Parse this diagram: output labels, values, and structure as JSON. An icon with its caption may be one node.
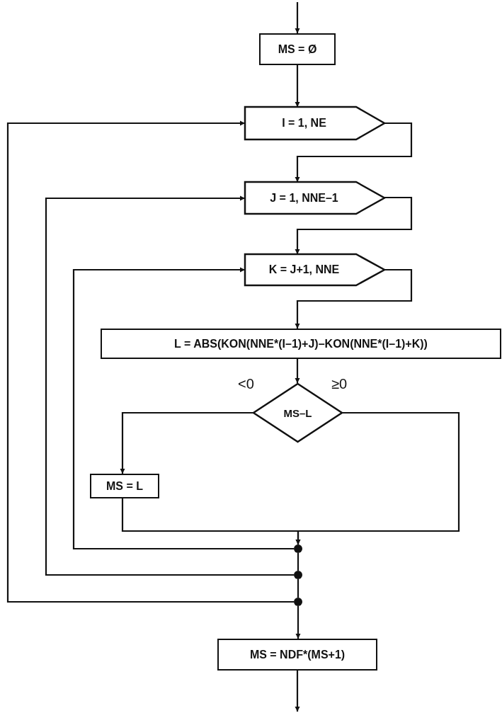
{
  "diagram": {
    "nodes": [
      {
        "text": [
          "MS = Ø"
        ]
      },
      {
        "text": [
          "I = 1, NE"
        ]
      },
      {
        "text": [
          "J = 1, NNE–1"
        ]
      },
      {
        "text": [
          "K = J+1, NNE"
        ]
      },
      {
        "text": [
          "L = ABS(KON(NNE*(I–1)+J)–KON(NNE*(I–1)+K))"
        ]
      },
      {
        "text": [
          "MS–L"
        ]
      },
      {
        "text": [
          "MS = L"
        ]
      },
      {
        "text": [
          "MS = NDF*(MS+1)"
        ]
      },
      {
        "text": [],
        "shape": "circle"
      },
      {
        "text": [],
        "shape": "circle"
      },
      {
        "text": [],
        "shape": "circle"
      }
    ],
    "edges": [
      {
        "from": null,
        "to": 0,
        "arrow": "to"
      },
      {
        "from": 0,
        "to": 1,
        "arrow": "to"
      },
      {
        "from": 1,
        "to": 2,
        "arrow": "to"
      },
      {
        "from": 2,
        "to": 3,
        "arrow": "to"
      },
      {
        "from": 3,
        "to": 4,
        "arrow": "to"
      },
      {
        "from": 4,
        "to": 5,
        "arrow": "to"
      },
      {
        "from": 5,
        "to": 6,
        "arrow": "to",
        "label": "<0"
      },
      {
        "from": 5,
        "to": 8,
        "arrow": "to",
        "label": "≥0"
      },
      {
        "from": 6,
        "to": 8,
        "arrow": "to"
      },
      {
        "from": 8,
        "to": 3,
        "arrow": "to"
      },
      {
        "from": 8,
        "to": 9,
        "arrow": "none"
      },
      {
        "from": 9,
        "to": 2,
        "arrow": "to"
      },
      {
        "from": 9,
        "to": 10,
        "arrow": "none"
      },
      {
        "from": 10,
        "to": 1,
        "arrow": "to"
      },
      {
        "from": 10,
        "to": 7,
        "arrow": "to"
      },
      {
        "from": 7,
        "to": null,
        "arrow": "to"
      }
    ]
  }
}
